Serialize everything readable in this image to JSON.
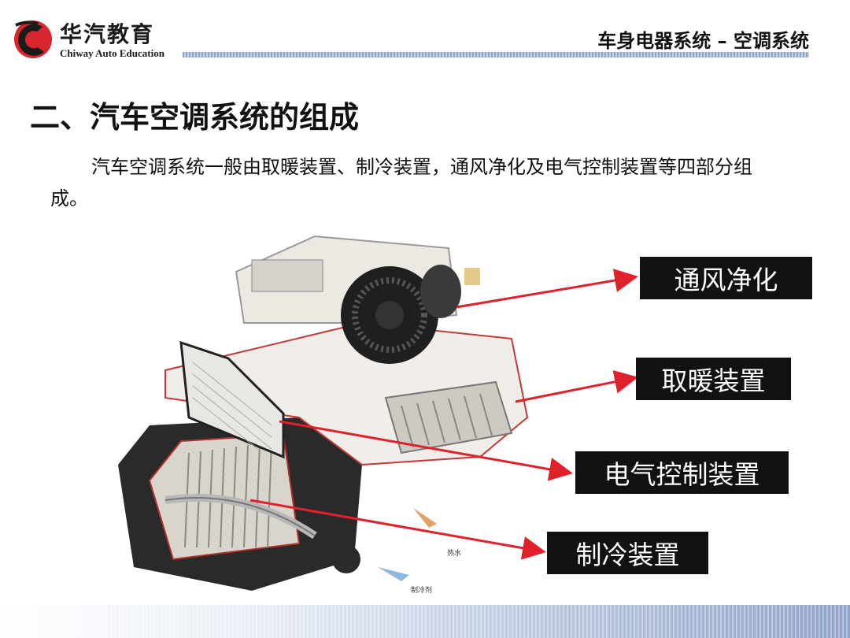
{
  "header": {
    "logo_cn": "华汽教育",
    "logo_en": "Chiway Auto Education",
    "logo_icon": "chiway-logo-icon",
    "title": "车身电器系统 –  空调系统"
  },
  "content": {
    "heading": "二、汽车空调系统的组成",
    "paragraph": "汽车空调系统一般由取暖装置、制冷装置，通风净化及电气控制装置等四部分组成。"
  },
  "figure": {
    "labels": {
      "ventilation": "通风净化",
      "heating": "取暖装置",
      "electric": "电气控制装置",
      "cooling": "制冷装置"
    },
    "small_tags": {
      "hot_water": "热水",
      "refrigerant": "制冷剂"
    },
    "colors": {
      "arrow": "#e0202a",
      "label_bg": "#111111",
      "label_text": "#ffffff"
    }
  }
}
